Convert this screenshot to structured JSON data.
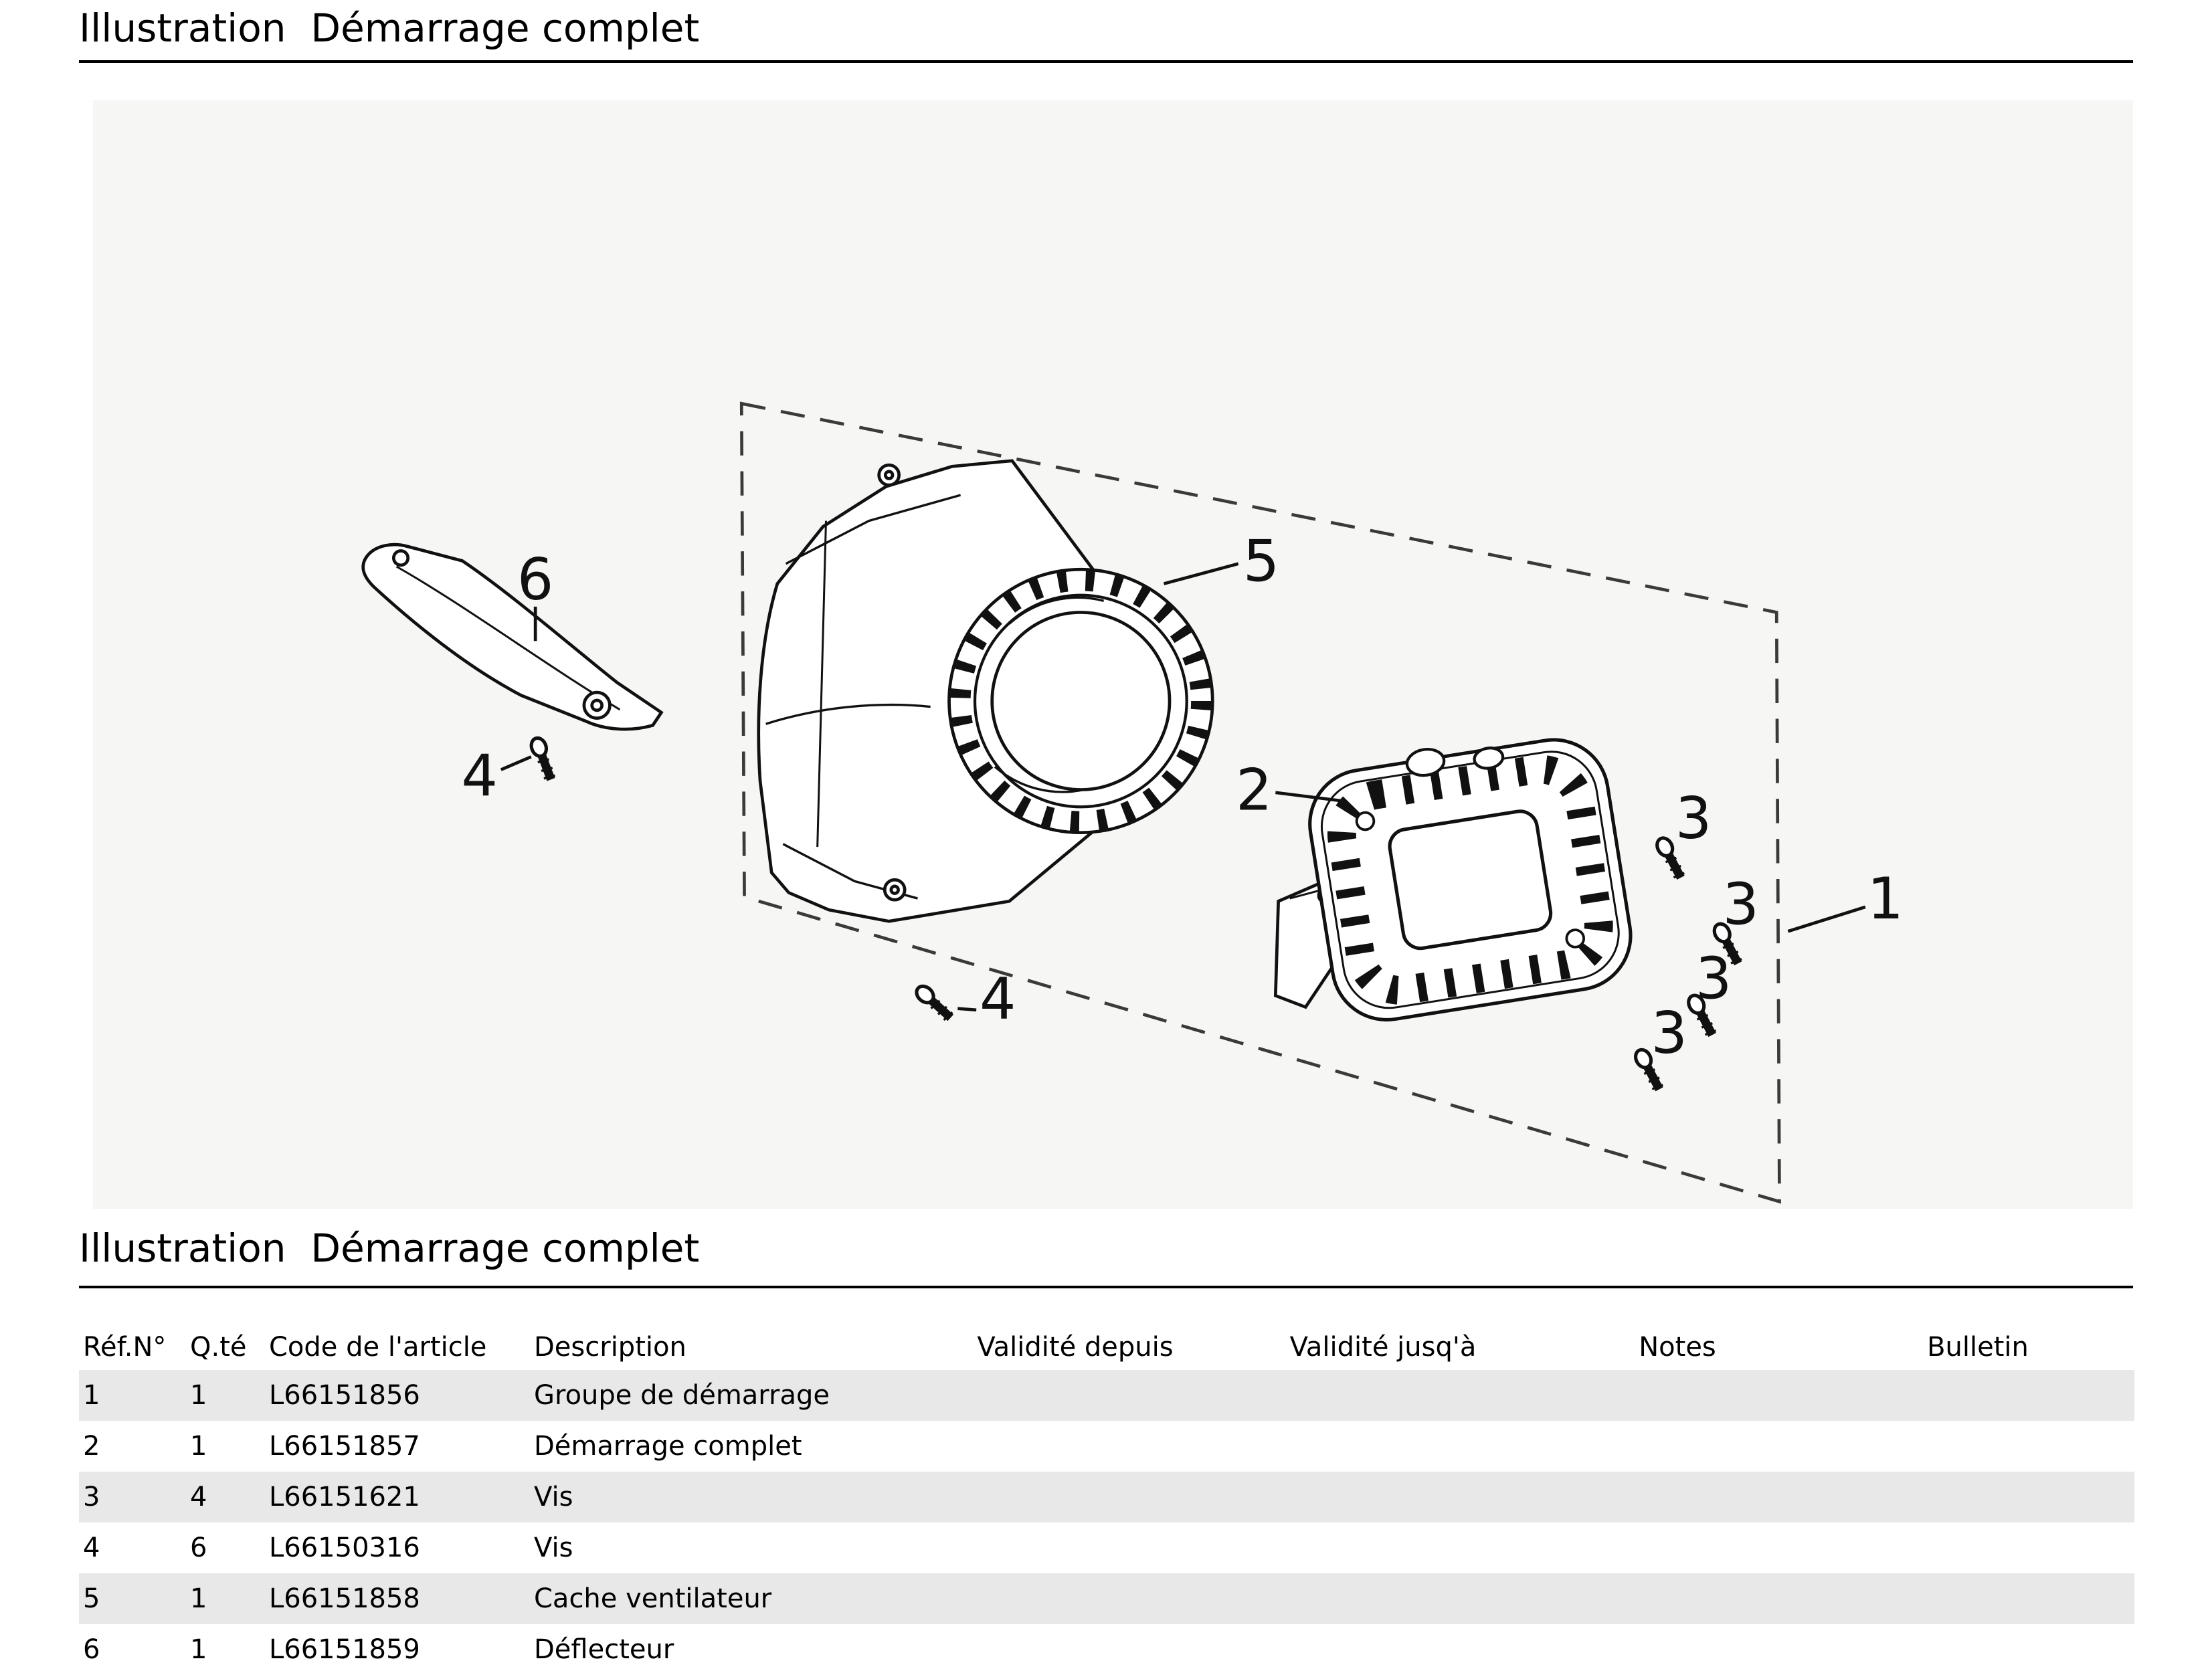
{
  "page": {
    "title": "Illustration  Démarrage complet",
    "section_title": "Illustration  Démarrage complet"
  },
  "diagram": {
    "callouts": [
      "6",
      "4",
      "5",
      "2",
      "3",
      "3",
      "3",
      "3",
      "1",
      "4"
    ]
  },
  "table": {
    "headers": [
      "Réf.N°",
      "Q.té",
      "Code de l'article",
      "Description",
      "Validité depuis",
      "Validité jusq'à",
      "Notes",
      "Bulletin"
    ],
    "rows": [
      {
        "ref": "1",
        "qty": "1",
        "code": "L66151856",
        "description": "Groupe de démarrage"
      },
      {
        "ref": "2",
        "qty": "1",
        "code": "L66151857",
        "description": "Démarrage complet"
      },
      {
        "ref": "3",
        "qty": "4",
        "code": "L66151621",
        "description": "Vis"
      },
      {
        "ref": "4",
        "qty": "6",
        "code": "L66150316",
        "description": "Vis"
      },
      {
        "ref": "5",
        "qty": "1",
        "code": "L66151858",
        "description": "Cache ventilateur"
      },
      {
        "ref": "6",
        "qty": "1",
        "code": "L66151859",
        "description": "Déflecteur"
      }
    ]
  }
}
